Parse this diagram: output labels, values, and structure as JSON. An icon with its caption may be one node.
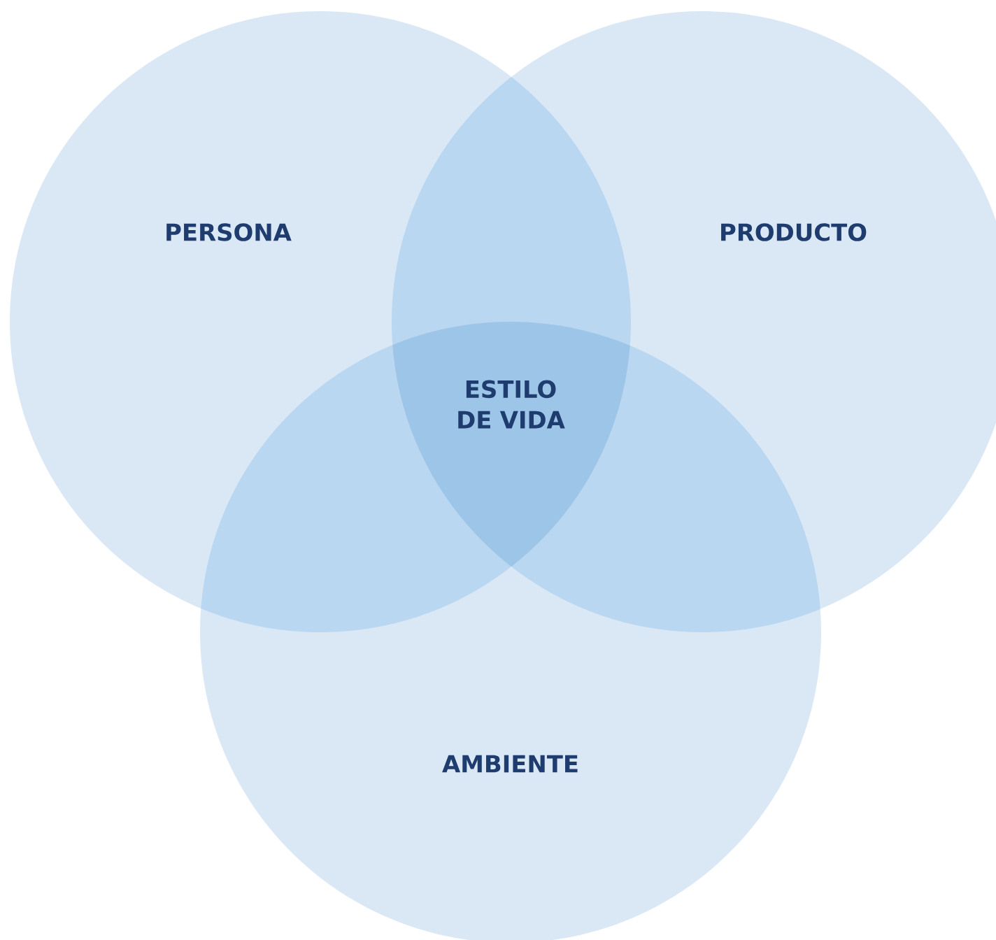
{
  "diagram": {
    "nodes": [
      {
        "text": [
          "PERSONA"
        ]
      },
      {
        "text": [
          "PRODUCTO"
        ]
      },
      {
        "text": [
          "AMBIENTE"
        ]
      }
    ],
    "labels": [
      "ESTILO DE VIDA"
    ]
  }
}
